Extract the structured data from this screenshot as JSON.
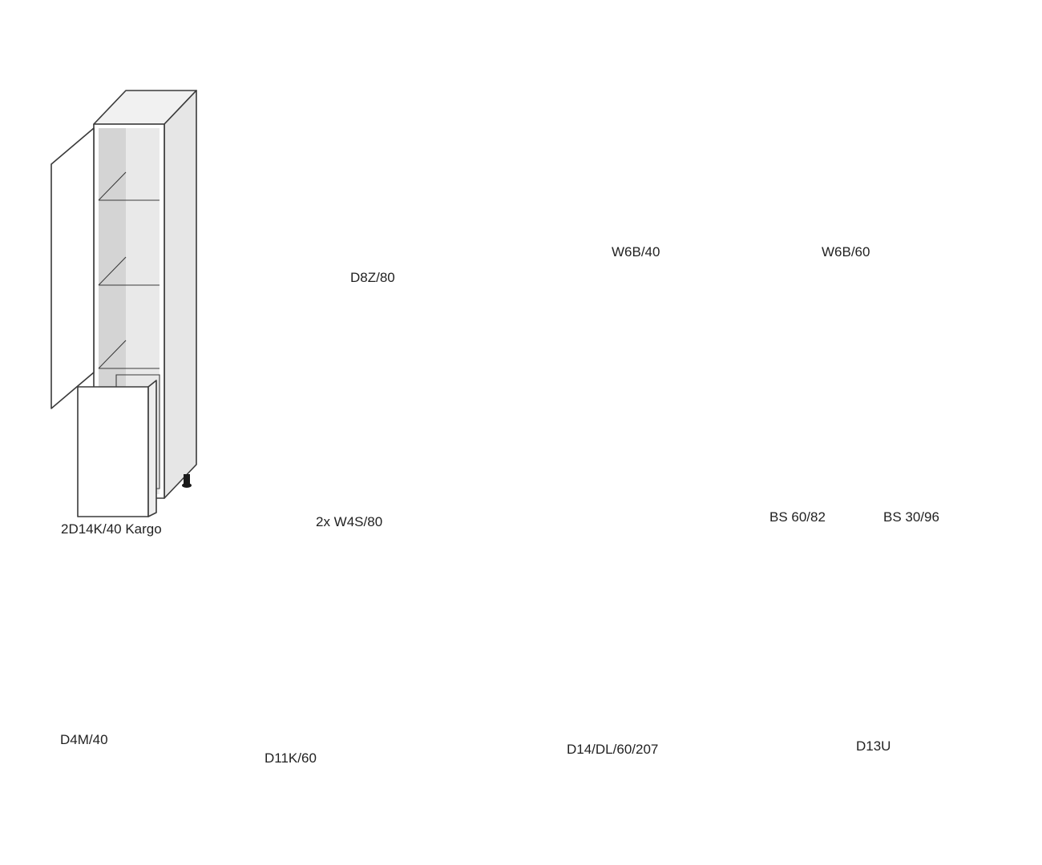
{
  "colors": {
    "outline": "#3a3a3a",
    "side": "#e6e6e6",
    "top": "#f1f1f1",
    "front": "#ffffff",
    "interior": "#d6d6d6",
    "leg": "#1a1a1a",
    "ghost": "#b5b5b5"
  },
  "cabinets": [
    {
      "id": "tall-cargo",
      "label": "2D14K/40 Kargo"
    },
    {
      "id": "sink-base",
      "label": "D8Z/80"
    },
    {
      "id": "wall-lift-40",
      "label": "W6B/40"
    },
    {
      "id": "wall-lift-60",
      "label": "W6B/60"
    },
    {
      "id": "glass-wall-pair",
      "label": "2x W4S/80"
    },
    {
      "id": "fridge-tall",
      "label": "D14/DL/60/207"
    },
    {
      "id": "side-panel-82",
      "label": "BS 60/82"
    },
    {
      "id": "side-panel-96",
      "label": "BS 30/96"
    },
    {
      "id": "drawer-base",
      "label": "D4M/40"
    },
    {
      "id": "oven-base",
      "label": "D11K/60"
    },
    {
      "id": "corner-base",
      "label": "D13U"
    }
  ]
}
